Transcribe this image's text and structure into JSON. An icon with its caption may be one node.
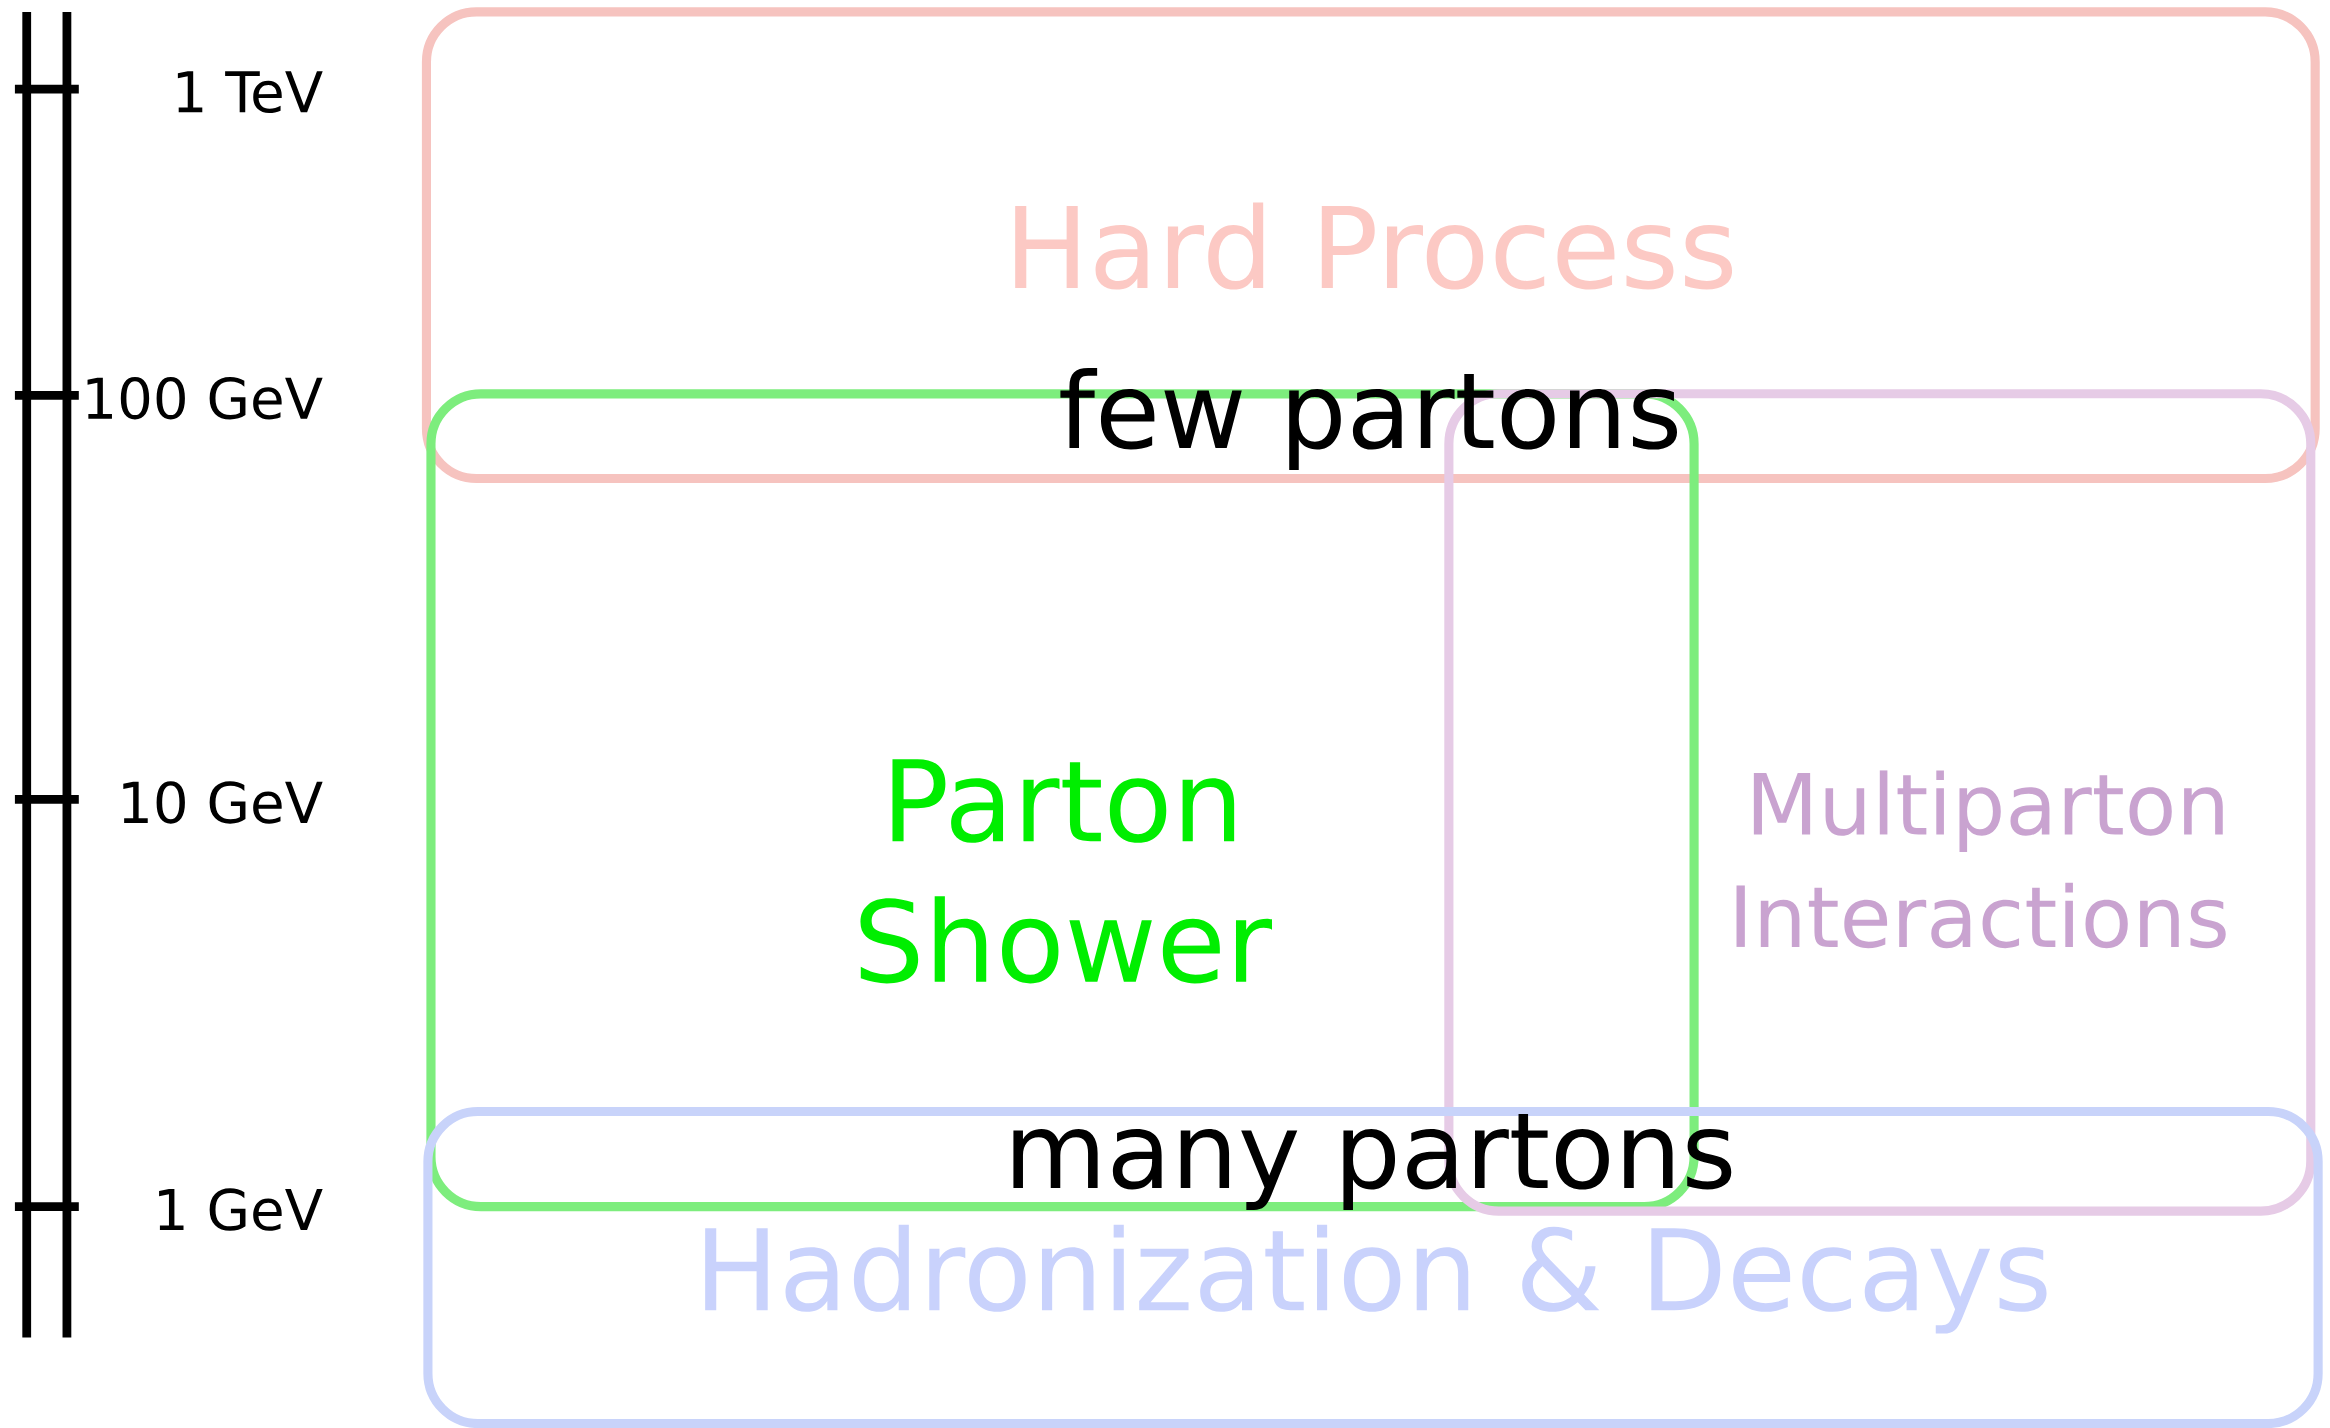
{
  "diagram": {
    "nodes": [
      {
        "text": [
          "Hard Process"
        ]
      },
      {
        "text": [
          "Parton Shower"
        ]
      },
      {
        "text": [
          "Multiparton Interactions"
        ]
      },
      {
        "text": [
          "Hadronization & Decays"
        ]
      }
    ],
    "labels": [
      "1 TeV",
      "100 GeV",
      "10 GeV",
      "1 GeV",
      "few partons",
      "many partons"
    ]
  }
}
